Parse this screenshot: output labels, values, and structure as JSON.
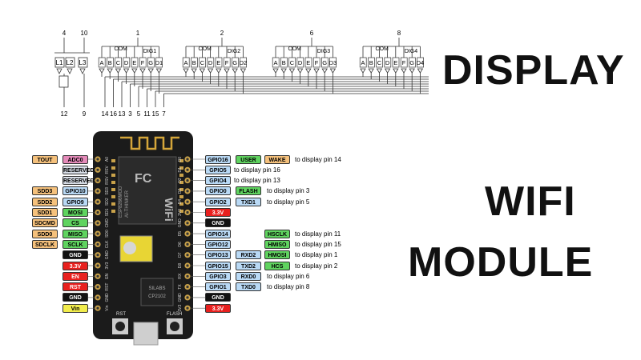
{
  "headings": {
    "display": "DISPLAY",
    "wifi": "WIFI",
    "module": "MODULE"
  },
  "display_diagram": {
    "top_pins": {
      "l1": "4",
      "l3": "10",
      "dig1": "1",
      "dig2": "2",
      "dig3": "6",
      "dig4": "8"
    },
    "leds": {
      "l1": "L1",
      "l2": "L2",
      "l3": "L3"
    },
    "bottom_pins_led": {
      "l1": "12",
      "l3": "9"
    },
    "com": "COM",
    "digits": [
      "DIG1",
      "DIG2",
      "DIG3",
      "DIG4"
    ],
    "digit_segments": [
      [
        "A",
        "B",
        "C",
        "D",
        "E",
        "F",
        "G",
        "D1"
      ],
      [
        "A",
        "B",
        "C",
        "D",
        "E",
        "F",
        "G",
        "D2"
      ],
      [
        "A",
        "B",
        "C",
        "D",
        "E",
        "F",
        "G",
        "D3"
      ],
      [
        "A",
        "B",
        "C",
        "D",
        "E",
        "F",
        "G",
        "D4"
      ]
    ],
    "bottom_pins": [
      "14",
      "16",
      "13",
      "3",
      "5",
      "11",
      "15",
      "7"
    ]
  },
  "board": {
    "chip_brand": "WiFi",
    "chip_model": "ESP8266MOD",
    "chip_vendor": "AI-THINKER",
    "usb_chip_brand": "SILABS",
    "usb_chip_model": "CP2102",
    "fcc": "FC",
    "buttons": {
      "left": "RST",
      "right": "FLASH"
    },
    "left_silk": [
      "A0",
      "RSV",
      "RSV",
      "SD3",
      "SD2",
      "SD1",
      "CMD",
      "SD0",
      "CLK",
      "GND",
      "3V3",
      "EN",
      "RST",
      "GND",
      "Vin"
    ],
    "right_silk": [
      "D0",
      "D1",
      "D2",
      "D3",
      "D4",
      "3V3",
      "GND",
      "D5",
      "D6",
      "D7",
      "D8",
      "RX",
      "TX",
      "GND",
      "3V3"
    ]
  },
  "left_pins": [
    {
      "outer": "TOUT",
      "inner": "ADC0"
    },
    {
      "outer": "",
      "inner": "RESERVED"
    },
    {
      "outer": "",
      "inner": "RESERVED"
    },
    {
      "outer": "SDD3",
      "inner": "GPIO10"
    },
    {
      "outer": "SDD2",
      "inner": "GPIO9"
    },
    {
      "outer": "SDD1",
      "inner": "MOSI"
    },
    {
      "outer": "SDCMD",
      "inner": "CS"
    },
    {
      "outer": "SDD0",
      "inner": "MISO"
    },
    {
      "outer": "SDCLK",
      "inner": "SCLK"
    },
    {
      "outer": "",
      "inner": "GND"
    },
    {
      "outer": "",
      "inner": "3.3V"
    },
    {
      "outer": "",
      "inner": "EN"
    },
    {
      "outer": "",
      "inner": "RST"
    },
    {
      "outer": "",
      "inner": "GND"
    },
    {
      "outer": "",
      "inner": "Vin"
    }
  ],
  "right_pins": [
    {
      "gpio": "GPIO16",
      "f1": "USER",
      "f2": "WAKE",
      "note": "to display pin 14"
    },
    {
      "gpio": "GPIO5",
      "f1": "",
      "f2": "",
      "note": "to display pin 16"
    },
    {
      "gpio": "GPIO4",
      "f1": "",
      "f2": "",
      "note": "to display pin 13"
    },
    {
      "gpio": "GPIO0",
      "f1": "FLASH",
      "f2": "",
      "note": "to display pin 3"
    },
    {
      "gpio": "GPIO2",
      "f1": "TXD1",
      "f2": "",
      "note": "to display pin 5"
    },
    {
      "gpio": "3.3V",
      "f1": "",
      "f2": "",
      "note": ""
    },
    {
      "gpio": "GND",
      "f1": "",
      "f2": "",
      "note": ""
    },
    {
      "gpio": "GPIO14",
      "f1": "",
      "f2": "HSCLK",
      "note": "to display pin 11"
    },
    {
      "gpio": "GPIO12",
      "f1": "",
      "f2": "HMISO",
      "note": "to display pin 15"
    },
    {
      "gpio": "GPIO13",
      "f1": "RXD2",
      "f2": "HMOSI",
      "note": "to display pin 1"
    },
    {
      "gpio": "GPIO15",
      "f1": "TXD2",
      "f2": "HCS",
      "note": "to display pin 2"
    },
    {
      "gpio": "GPIO3",
      "f1": "RXD0",
      "f2": "",
      "note": "to display pin 6"
    },
    {
      "gpio": "GPIO1",
      "f1": "TXD0",
      "f2": "",
      "note": "to display pin 8"
    },
    {
      "gpio": "GND",
      "f1": "",
      "f2": "",
      "note": ""
    },
    {
      "gpio": "3.3V",
      "f1": "",
      "f2": "",
      "note": ""
    }
  ],
  "colors": {
    "orange": "#f5c17c",
    "blue": "#b9d9f5",
    "green": "#5fd35f",
    "red": "#e8201e",
    "black": "#111111",
    "yellow": "#f2ed4c",
    "grey": "#d7dde6",
    "board": "#1b1b1b"
  }
}
